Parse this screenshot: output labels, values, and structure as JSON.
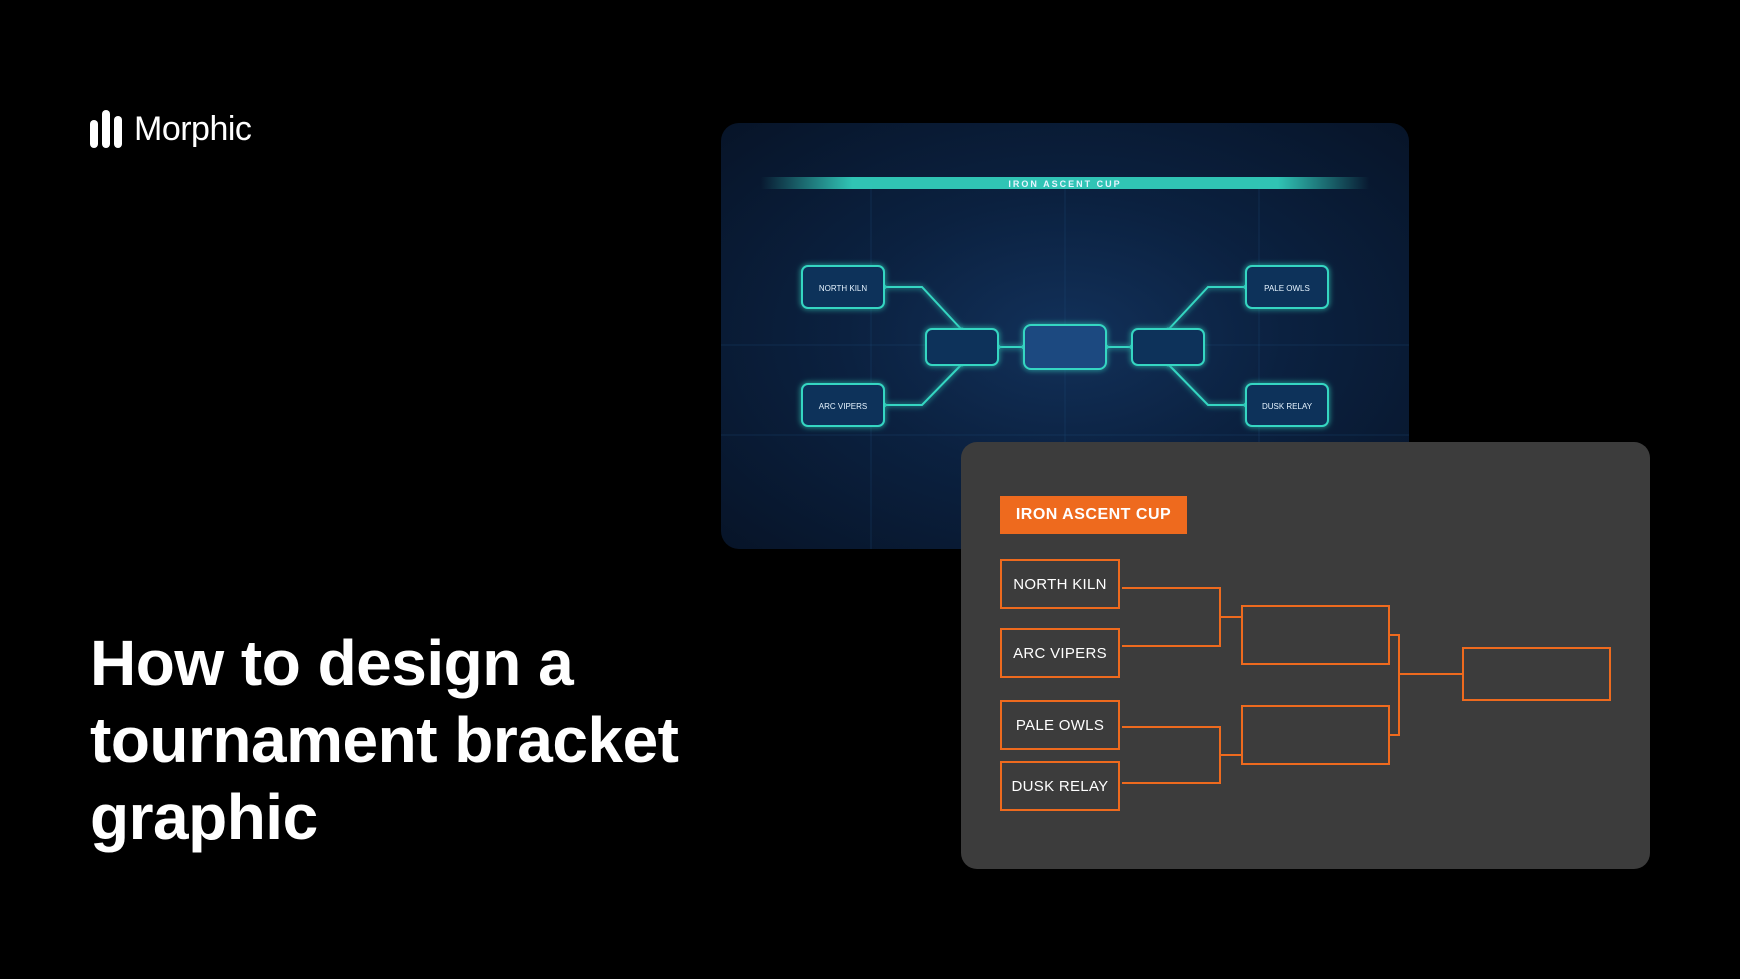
{
  "brand": {
    "name": "Morphic",
    "logo_icon": "morphic-logo-icon"
  },
  "headline": {
    "line1": "How to design a",
    "line2": "tournament bracket",
    "line3": "graphic"
  },
  "neon_bracket": {
    "title": "IRON ASCENT CUP",
    "teams": [
      "NORTH KILN",
      "ARC VIPERS",
      "PALE OWLS",
      "DUSK RELAY"
    ],
    "colors": {
      "accent": "#34d6c2",
      "background": "#0b2140"
    }
  },
  "flat_bracket": {
    "title": "IRON ASCENT CUP",
    "teams": [
      "NORTH KILN",
      "ARC VIPERS",
      "PALE OWLS",
      "DUSK RELAY"
    ],
    "colors": {
      "accent": "#ee6a1e",
      "background": "#3c3c3c"
    }
  }
}
